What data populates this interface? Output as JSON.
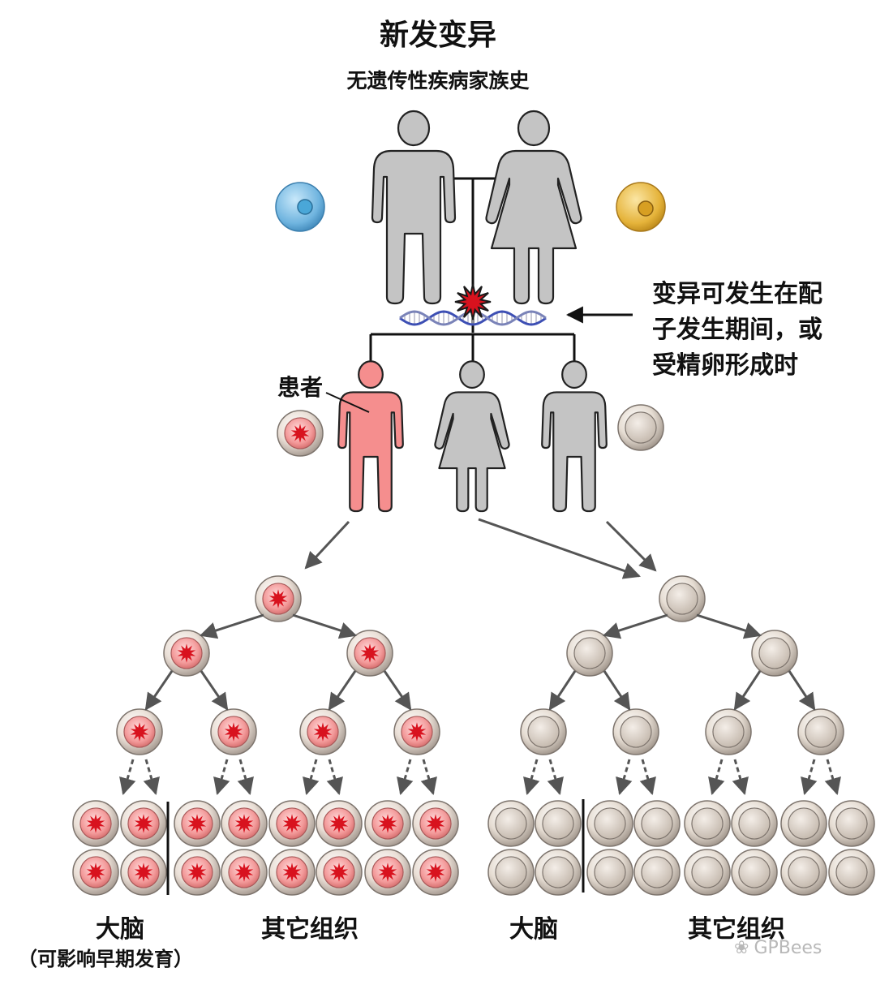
{
  "title": "新发变异",
  "subtitle": "无遗传性疾病家族史",
  "annotation": {
    "lines": [
      "变异可发生在配",
      "子发生期间，或",
      "受精卵形成时"
    ]
  },
  "patient_label": "患者",
  "left_tissues": {
    "brain": "大脑",
    "other": "其它组织",
    "brain_note": "（可影响早期发育）"
  },
  "right_tissues": {
    "brain": "大脑",
    "other": "其它组织"
  },
  "watermark": "GPBees",
  "colors": {
    "person_gray": "#c4c4c4",
    "patient_pink": "#f58e8e",
    "sperm_blue": "#74b8e2",
    "egg_gold": "#e7b53c",
    "mutant_red": "#d8121e",
    "normal_cell": "#d9cfc6"
  }
}
